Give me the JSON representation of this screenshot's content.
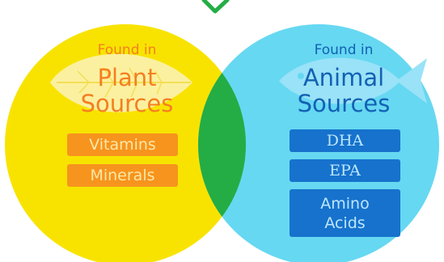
{
  "colors": {
    "plant_circle": "#f8e300",
    "animal_circle": "#66d8f2",
    "overlap": "#24ad45",
    "plant_text": "#f57f20",
    "plant_pill": "#f7941d",
    "plant_pill_text": "#fde8a8",
    "animal_text": "#1361b3",
    "animal_pill": "#1672cc",
    "animal_pill_text": "#bde6ff",
    "leaf": "#fbf0a0",
    "fish": "#99e2f7",
    "check": "#24ad45"
  },
  "icons": {
    "plant_background": "leaf-icon",
    "animal_background": "fish-icon",
    "top": "checkmark-icon"
  },
  "plant": {
    "found_in": "Found in",
    "title_line1": "Plant",
    "title_line2": "Sources",
    "items": [
      "Vitamins",
      "Minerals"
    ]
  },
  "animal": {
    "found_in": "Found in",
    "title_line1": "Animal",
    "title_line2": "Sources",
    "items": [
      "DHA",
      "EPA",
      "Amino Acids"
    ]
  }
}
